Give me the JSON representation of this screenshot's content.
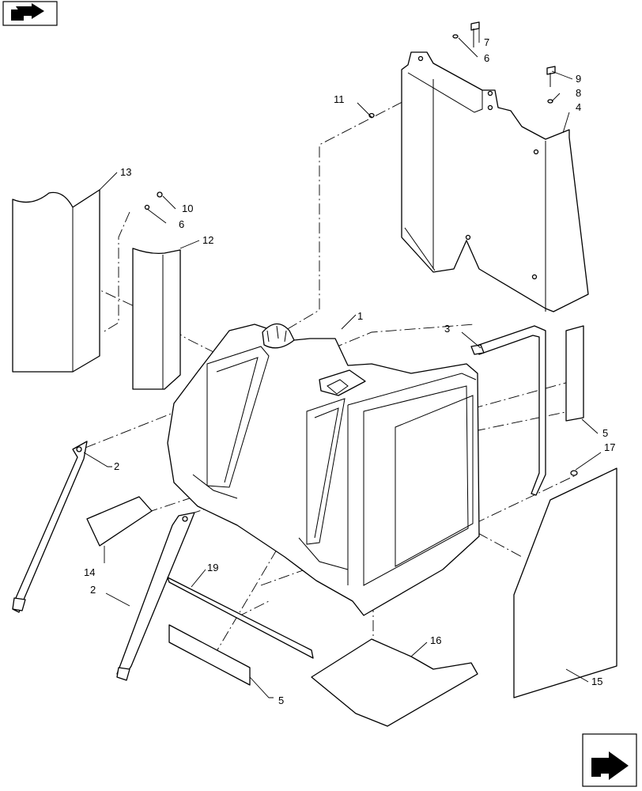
{
  "callouts": [
    "1",
    "2",
    "2",
    "3",
    "4",
    "5",
    "5",
    "6",
    "6",
    "7",
    "8",
    "9",
    "10",
    "11",
    "12",
    "13",
    "14",
    "15",
    "16",
    "17",
    "19"
  ],
  "icons": {
    "top_left": "prev-page-arrow-icon",
    "bottom_right": "next-page-arrow-icon"
  }
}
